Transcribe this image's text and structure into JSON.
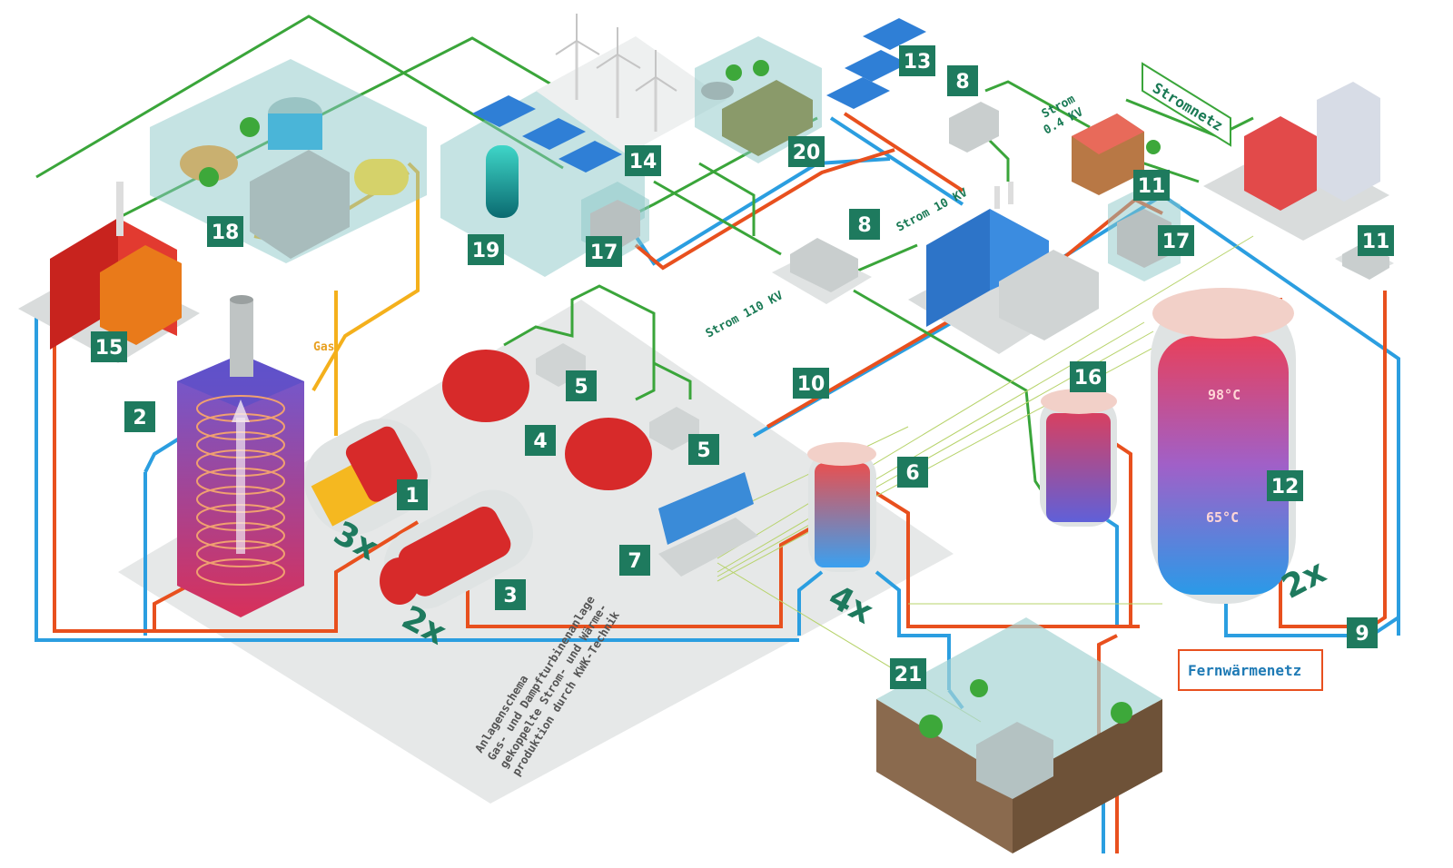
{
  "labels": {
    "gas": "Gas",
    "strom_110": "Strom 110 KV",
    "strom_10": "Strom 10 KV",
    "strom_04_line1": "Strom",
    "strom_04_line2": "0.4 KV",
    "stromnetz": "Stromnetz",
    "fernwaermenetz": "Fernwärmenetz",
    "temp_hot": "98°C",
    "temp_cold": "65°C"
  },
  "multipliers": {
    "turbines_3x": "3x",
    "turbines_2x": "2x",
    "storage_4x": "4x",
    "tank_2x": "2x"
  },
  "caption": {
    "line1": "Anlagenschema",
    "line2": "Gas- und Dampfturbinenanlage",
    "line3": "gekoppelte Strom- und Wärme-",
    "line4": "produktion durch KWK-Technik"
  },
  "component_numbers": {
    "n1": "1",
    "n2": "2",
    "n3": "3",
    "n4": "4",
    "n5a": "5",
    "n5b": "5",
    "n6": "6",
    "n7": "7",
    "n8a": "8",
    "n8b": "8",
    "n9": "9",
    "n10": "10",
    "n11a": "11",
    "n11b": "11",
    "n12": "12",
    "n13": "13",
    "n14": "14",
    "n15": "15",
    "n16": "16",
    "n17a": "17",
    "n17b": "17",
    "n18": "18",
    "n19": "19",
    "n20": "20",
    "n21": "21"
  },
  "colors": {
    "green_line": "#3aa53a",
    "red_line": "#e8501e",
    "blue_line": "#2b9ee0",
    "gas_line": "#f4b01c",
    "badge": "#1e7a5e",
    "platform": "#e6e8e8"
  }
}
